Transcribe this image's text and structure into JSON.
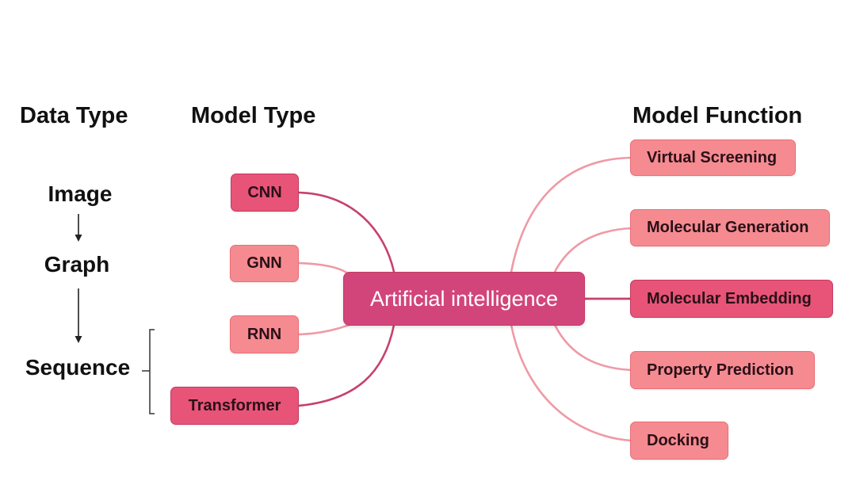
{
  "headings": {
    "data_type": "Data Type",
    "model_type": "Model Type",
    "model_function": "Model Function"
  },
  "data_types": [
    {
      "label": "Image"
    },
    {
      "label": "Graph"
    },
    {
      "label": "Sequence"
    }
  ],
  "center": {
    "label": "Artificial intelligence"
  },
  "model_types": [
    {
      "label": "CNN"
    },
    {
      "label": "GNN"
    },
    {
      "label": "RNN"
    },
    {
      "label": "Transformer"
    }
  ],
  "model_functions": [
    {
      "label": "Virtual Screening"
    },
    {
      "label": "Molecular Generation"
    },
    {
      "label": "Molecular Embedding"
    },
    {
      "label": "Property Prediction"
    },
    {
      "label": "Docking"
    }
  ],
  "colors": {
    "background": "#ffffff",
    "center_fill": "#d2457a",
    "node_dark": "#e85478",
    "node_light": "#f58b90",
    "node_border_dark": "#c23a60",
    "node_border_light": "#ea6e78",
    "connector_dark": "#c7416c",
    "connector_light": "#ef9aa6",
    "text": "#111111"
  }
}
